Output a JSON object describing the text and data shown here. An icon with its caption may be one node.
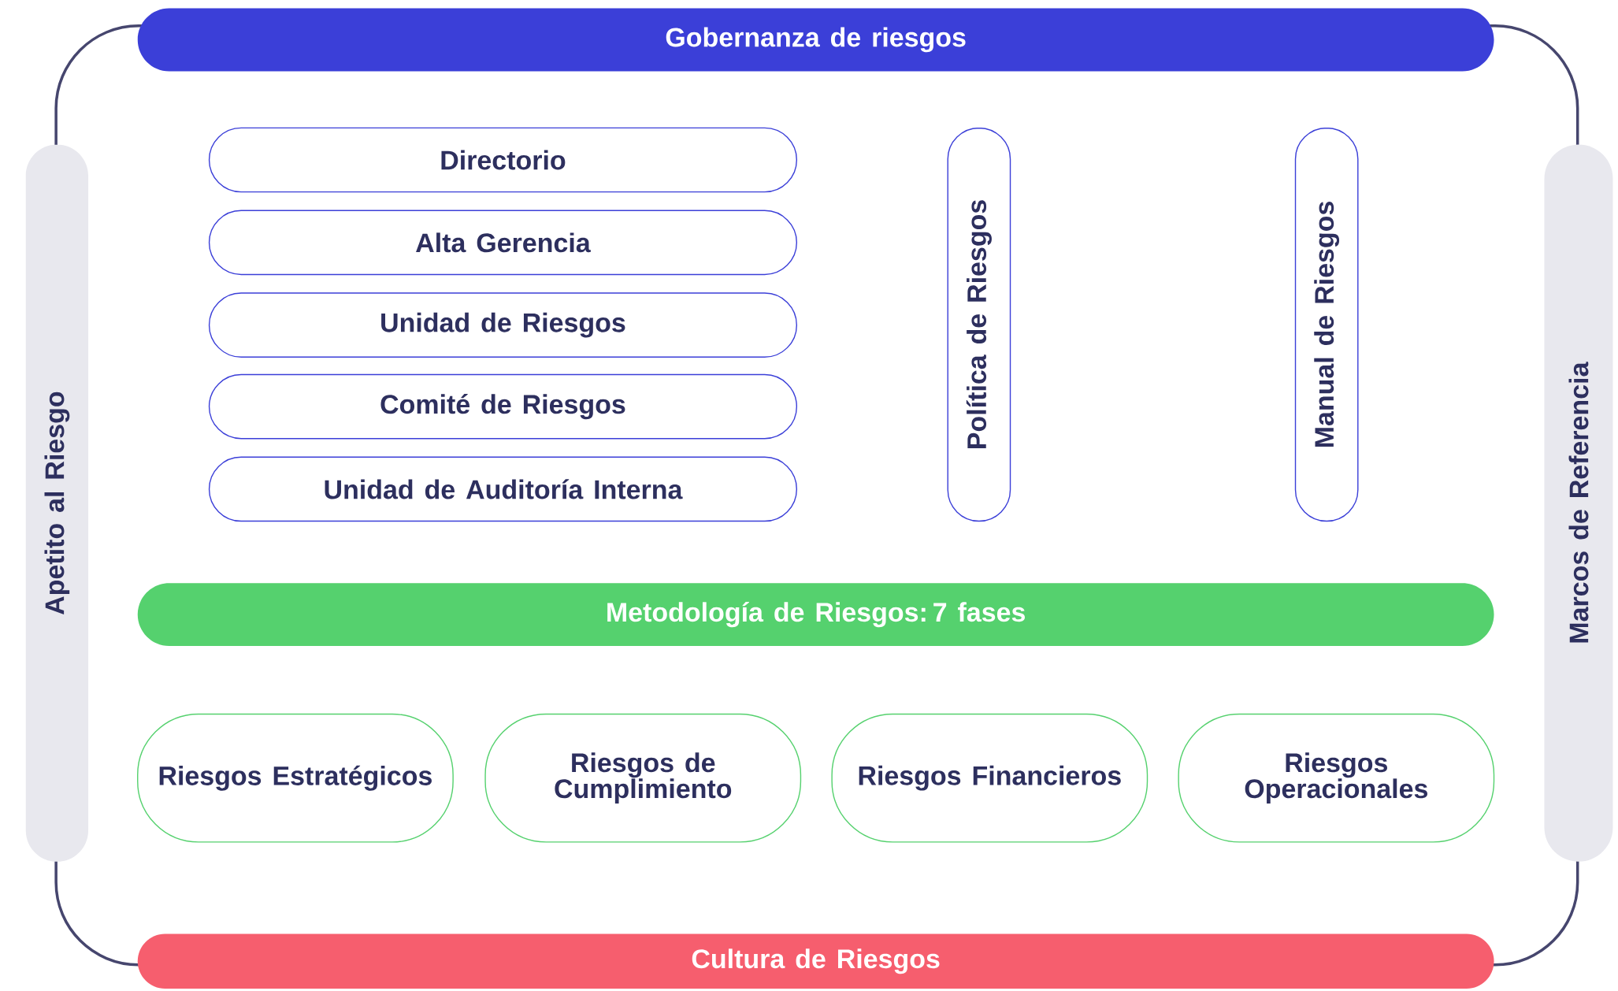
{
  "diagram": {
    "nodes": [
      {
        "text": [
          "Gobernanza de riesgos"
        ]
      },
      {
        "text": [
          "Apetito al Riesgo"
        ]
      },
      {
        "text": [
          "Directorio"
        ]
      },
      {
        "text": [
          "Alta Gerencia"
        ]
      },
      {
        "text": [
          "Unidad de Riesgos"
        ]
      },
      {
        "text": [
          "Comité de Riesgos"
        ]
      },
      {
        "text": [
          "Unidad de Auditoría Interna"
        ]
      },
      {
        "text": [
          "Política de Riesgos"
        ]
      },
      {
        "text": [
          "Manual de Riesgos"
        ]
      },
      {
        "text": [
          "Marcos de Referencia"
        ]
      },
      {
        "text": [
          "Metodología de Riesgos: 7 fases"
        ]
      },
      {
        "text": [
          "Riesgos Estratégicos"
        ]
      },
      {
        "text": [
          "Riesgos de Cumplimiento"
        ]
      },
      {
        "text": [
          "Riesgos Financieros"
        ]
      },
      {
        "text": [
          "Riesgos Operacionales"
        ]
      },
      {
        "text": [
          "Cultura de Riesgos"
        ]
      }
    ]
  }
}
